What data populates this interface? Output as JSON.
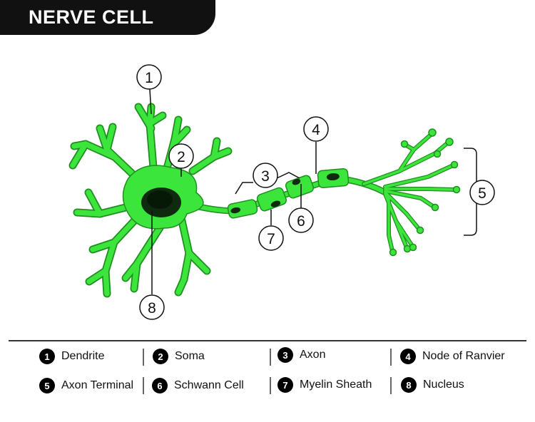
{
  "title": "NERVE CELL",
  "colors": {
    "cell_fill": "#3ce53c",
    "cell_stroke": "#1f8f1f",
    "nucleus": "#0f2a0f",
    "title_bg": "#111111"
  },
  "callouts": {
    "dendrite": "1",
    "soma": "2",
    "axon": "3",
    "node_of_ranvier": "4",
    "axon_terminal": "5",
    "schwann_cell": "6",
    "myelin_sheath": "7",
    "nucleus": "8"
  },
  "legend": [
    {
      "num": "1",
      "label": "Dendrite"
    },
    {
      "num": "2",
      "label": "Soma"
    },
    {
      "num": "3",
      "label": "Axon"
    },
    {
      "num": "4",
      "label": "Node of Ranvier"
    },
    {
      "num": "5",
      "label": "Axon Terminal"
    },
    {
      "num": "6",
      "label": "Schwann Cell"
    },
    {
      "num": "7",
      "label": "Myelin Sheath"
    },
    {
      "num": "8",
      "label": "Nucleus"
    }
  ]
}
